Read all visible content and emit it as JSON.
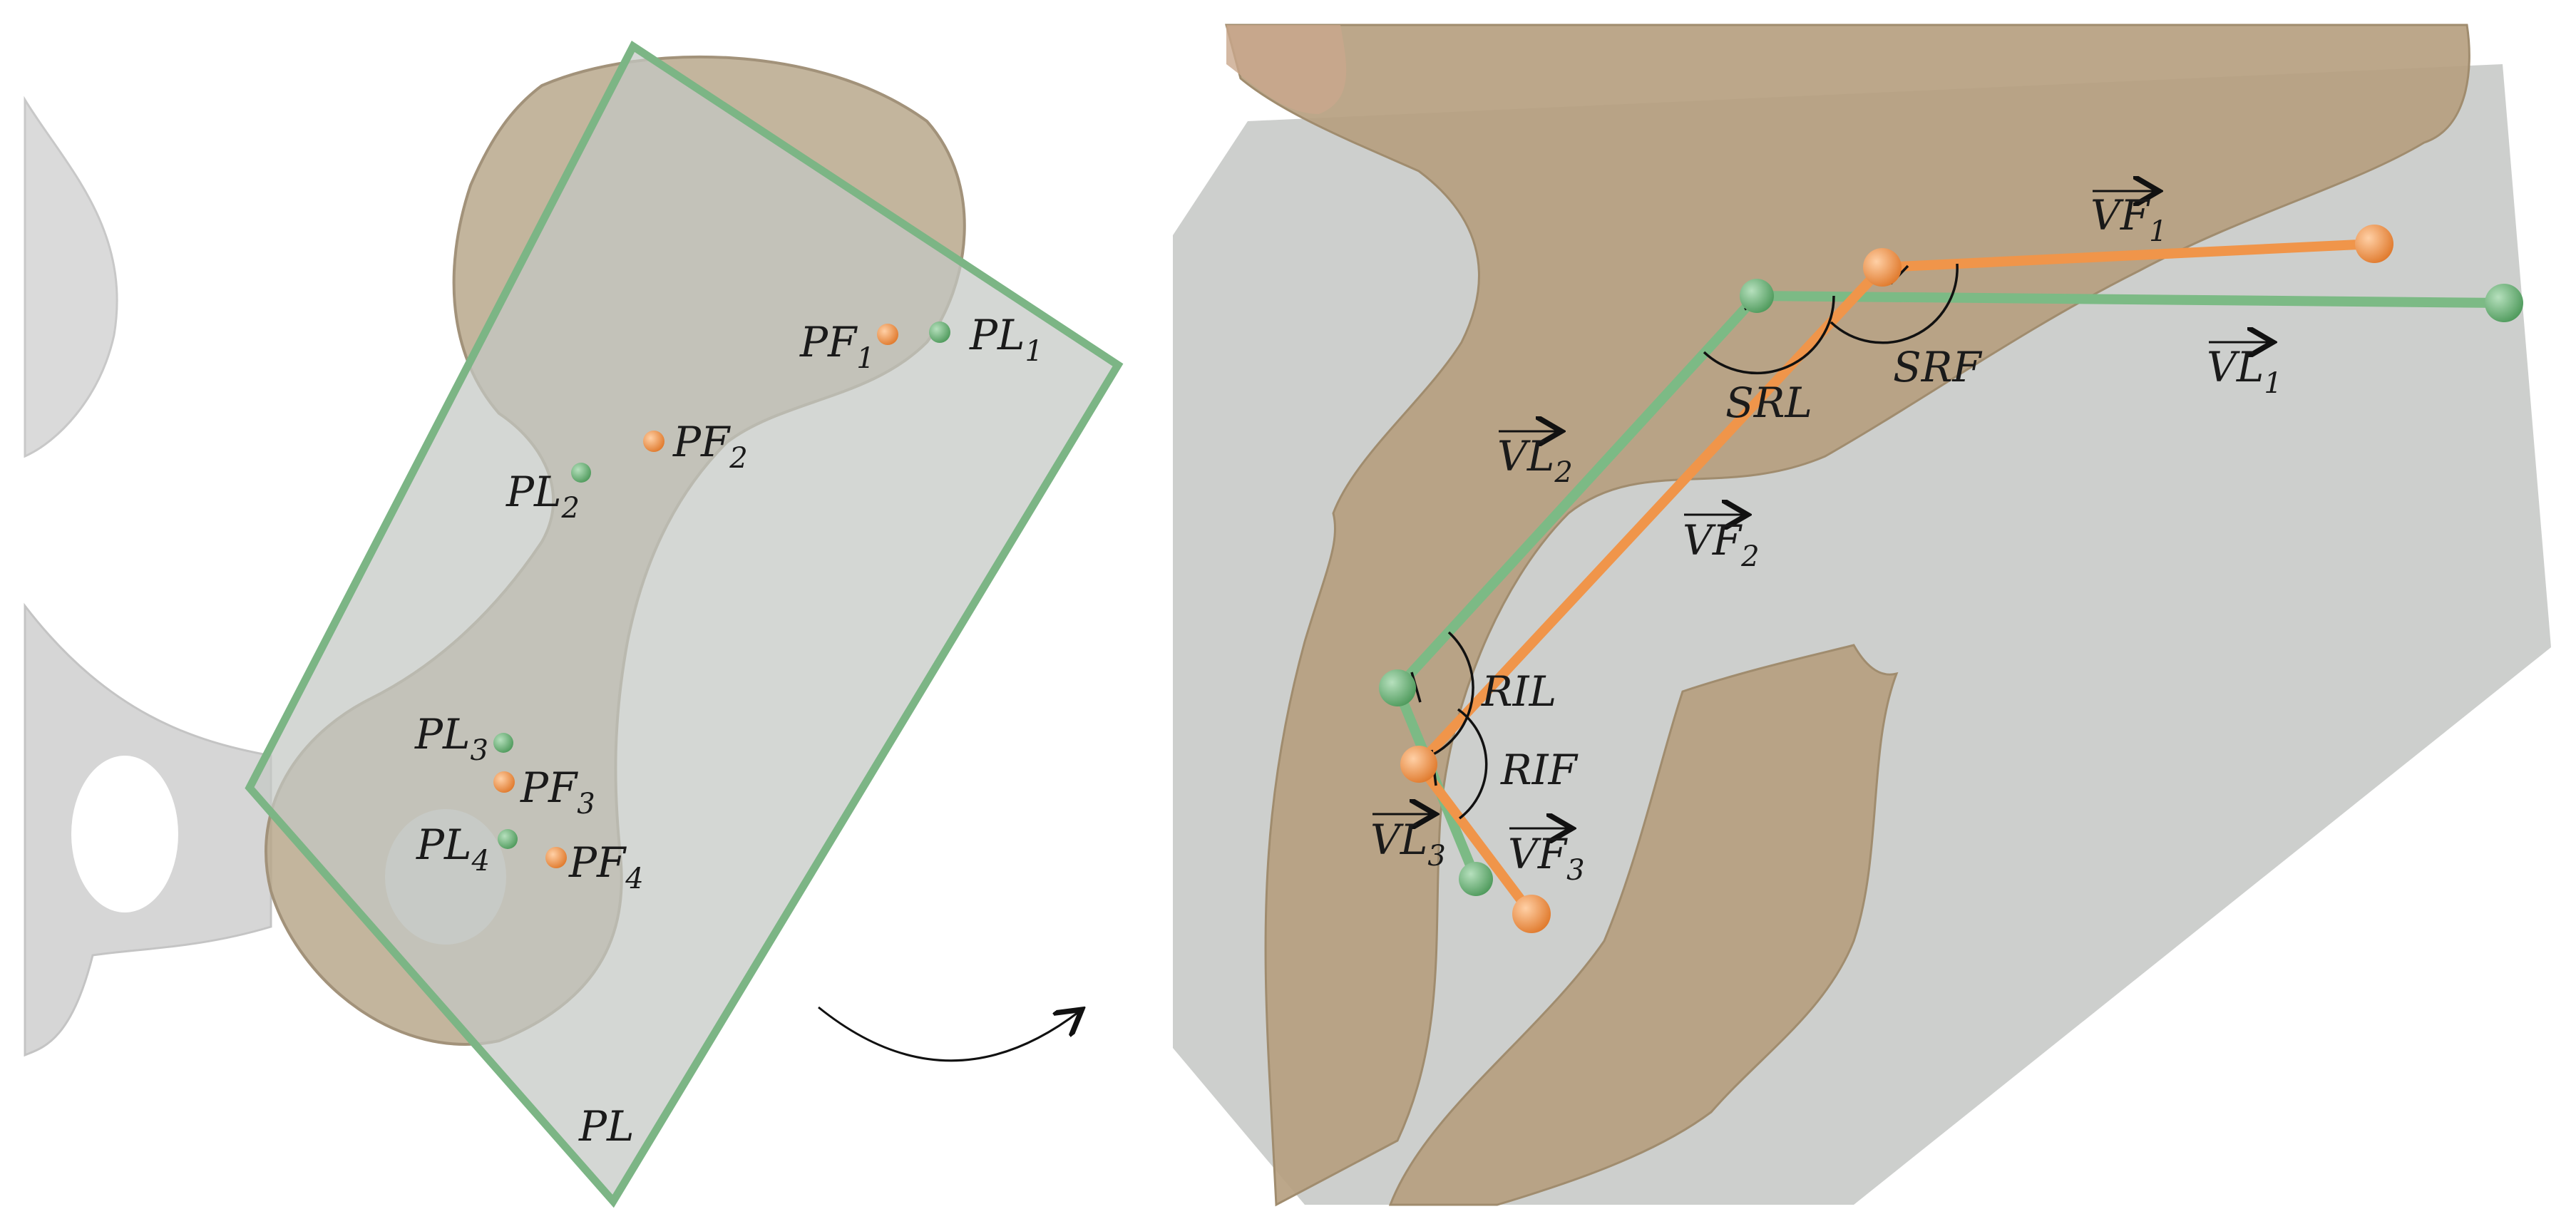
{
  "colors": {
    "bone_gray": "#c4c4c4",
    "bone_tan": "#b5a283",
    "plane_fill": "#c4c7c4",
    "landmark_green": "#6fb07a",
    "landmark_orange": "#f0954a",
    "angle_black": "#111111"
  },
  "left_panel": {
    "points": [
      {
        "base": "PF",
        "sub": "1"
      },
      {
        "base": "PL",
        "sub": "1"
      },
      {
        "base": "PF",
        "sub": "2"
      },
      {
        "base": "PL",
        "sub": "2"
      },
      {
        "base": "PL",
        "sub": "3"
      },
      {
        "base": "PF",
        "sub": "3"
      },
      {
        "base": "PL",
        "sub": "4"
      },
      {
        "base": "PF",
        "sub": "4"
      }
    ],
    "plane_label": "PL"
  },
  "right_panel": {
    "vectors": [
      {
        "base": "VF",
        "sub": "1"
      },
      {
        "base": "VL",
        "sub": "1"
      },
      {
        "base": "VL",
        "sub": "2"
      },
      {
        "base": "VF",
        "sub": "2"
      },
      {
        "base": "VL",
        "sub": "3"
      },
      {
        "base": "VF",
        "sub": "3"
      }
    ],
    "angles": [
      "SRL",
      "SRF",
      "RIL",
      "RIF"
    ]
  }
}
